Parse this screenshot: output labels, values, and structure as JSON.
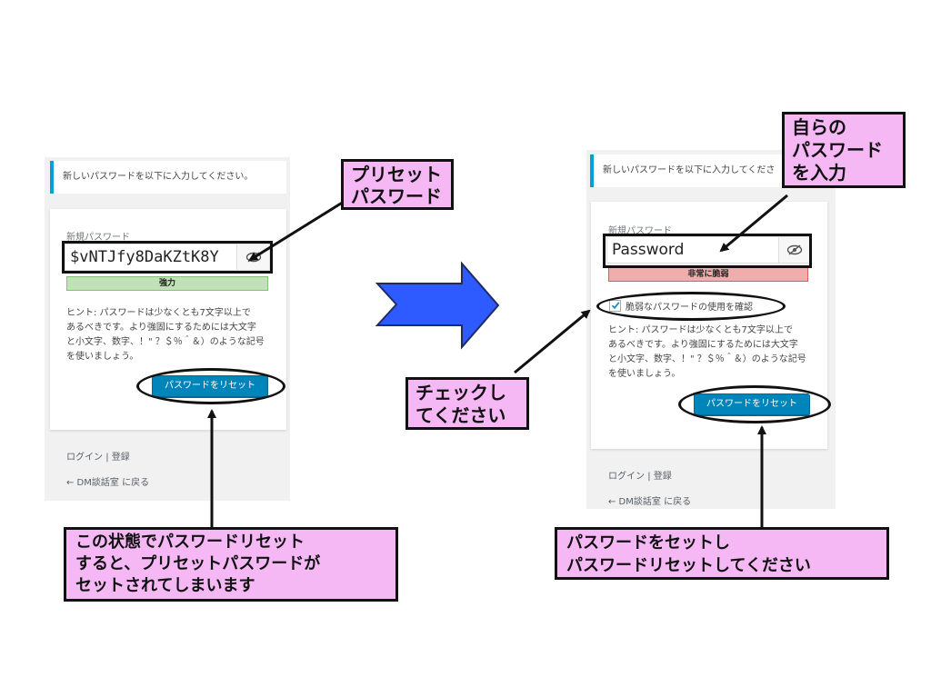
{
  "left_screen": {
    "message": "新しいパスワードを以下に入力してください。",
    "field_label": "新規パスワード",
    "password_value": "$vNTJfy8DaKZtK8Y",
    "strength_label": "強力",
    "hint_lines": [
      "ヒント: パスワードは少なくとも7文字以上で",
      "あるべきです。より強固にするためには大文字",
      "と小文字、数字、！\" ？＄％＾＆）のような記号",
      "を使いましょう。"
    ],
    "reset_button": "パスワードをリセット",
    "login_link": "ログイン",
    "separator": "|",
    "register_link": "登録",
    "back_link": "← DM談話室 に戻る"
  },
  "right_screen": {
    "message": "新しいパスワードを以下に入力してくださ",
    "field_label": "新規パスワード",
    "password_value": "Password",
    "strength_label": "非常に脆弱",
    "confirm_weak_label": "脆弱なパスワードの使用を確認",
    "confirm_weak_checked": true,
    "hint_lines": [
      "ヒント: パスワードは少なくとも7文字以上で",
      "あるべきです。より強固にするためには大文字",
      "と小文字、数字、！\" ？＄％＾＆）のような記号",
      "を使いましょう。"
    ],
    "reset_button": "パスワードをリセット",
    "login_link": "ログイン",
    "separator": "|",
    "register_link": "登録",
    "back_link": "← DM談話室 に戻る"
  },
  "annotations": {
    "preset_password": [
      "プリセット",
      "パスワード"
    ],
    "own_password": [
      "自らの",
      "パスワード",
      "を入力"
    ],
    "check_this": [
      "チェックし",
      "てください"
    ],
    "left_warning": [
      "この状態でパスワードリセット",
      "すると、プリセットパスワードが",
      "セットされてしまいます"
    ],
    "right_instruction": [
      "パスワードをセットし",
      "パスワードリセットしてください"
    ]
  },
  "colors": {
    "big_arrow": "#2e5bff",
    "callout_bg": "#f5b8f5",
    "primary_button": "#0085ba",
    "strong_meter": "#c1e1b9",
    "weak_meter": "#f1adad",
    "notice_border": "#00a0d2"
  },
  "icons": {
    "eye": "eye-slash-icon",
    "big_arrow": "right-arrow-icon",
    "checkbox": "checkmark-icon"
  }
}
